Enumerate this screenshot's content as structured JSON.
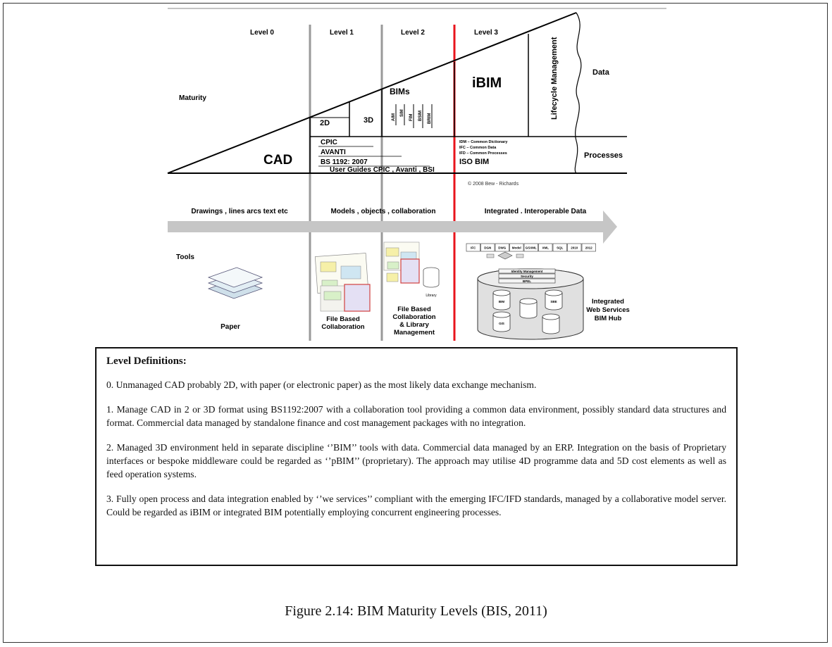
{
  "diagram": {
    "levels": [
      "Level 0",
      "Level 1",
      "Level 2",
      "Level 3"
    ],
    "maturity_label": "Maturity",
    "cad_label": "CAD",
    "label_2d": "2D",
    "label_3d": "3D",
    "bims_label": "BIMs",
    "bim_subtypes": [
      "AIM",
      "SIM",
      "FIM",
      "BSIM",
      "BRIM"
    ],
    "ibim_label": "iBIM",
    "lifecycle_label": "Lifecycle Management",
    "data_label": "Data",
    "processes_label": "Processes",
    "level1_standards": [
      "CPIC",
      "AVANTI",
      "BS 1192: 2007",
      "User Guides CPIC , Avanti , BSI"
    ],
    "level3_standards": [
      "IDM – Common Dictionary",
      "IFC – Common Data",
      "IFD – Common Processes"
    ],
    "iso_bim_label": "ISO BIM",
    "copyright": "© 2008 Bew - Richards",
    "arrow_labels": [
      "Drawings , lines arcs text etc",
      "Models , objects , collaboration",
      "Integrated . Interoperable Data"
    ],
    "tools_label": "Tools",
    "paper_label": "Paper",
    "tool_captions": [
      "File Based Collaboration",
      "File Based Collaboration & Library Management",
      "Integrated Web Services BIM Hub"
    ],
    "library_label": "Library",
    "formats": [
      "IFC",
      "DGN",
      "DWG",
      "Model",
      "GSXML",
      "XML",
      "SQL",
      "2010",
      "2012"
    ],
    "hub_layers": [
      "Identity Management",
      "Security",
      "BPEL"
    ],
    "hub_dbs": [
      "BIM",
      "GIS",
      "SBE"
    ],
    "colors": {
      "level3_divider": "#e8141c"
    }
  },
  "definitions": {
    "heading": "Level Definitions:",
    "items": [
      "0. Unmanaged CAD probably 2D, with paper (or electronic paper) as the most likely data exchange mechanism.",
      "1. Manage CAD in 2 or 3D format using BS1192:2007 with a collaboration tool providing a common data environment, possibly standard data structures and format. Commercial data managed by standalone finance and cost management packages with no integration.",
      "2. Managed 3D environment held in separate discipline ‘’BIM’’ tools with data. Commercial data managed by an ERP. Integration on the basis of Proprietary interfaces or bespoke middleware could be regarded as ‘’pBIM’’ (proprietary). The approach may utilise 4D programme data and 5D cost elements as well as feed operation systems.",
      "3. Fully open process and data integration enabled by ‘’we services’’ compliant with the emerging IFC/IFD standards, managed by a collaborative model server. Could be regarded as iBIM or integrated BIM potentially employing concurrent engineering processes."
    ]
  },
  "caption": "Figure 2.14: BIM Maturity Levels (BIS, 2011)"
}
